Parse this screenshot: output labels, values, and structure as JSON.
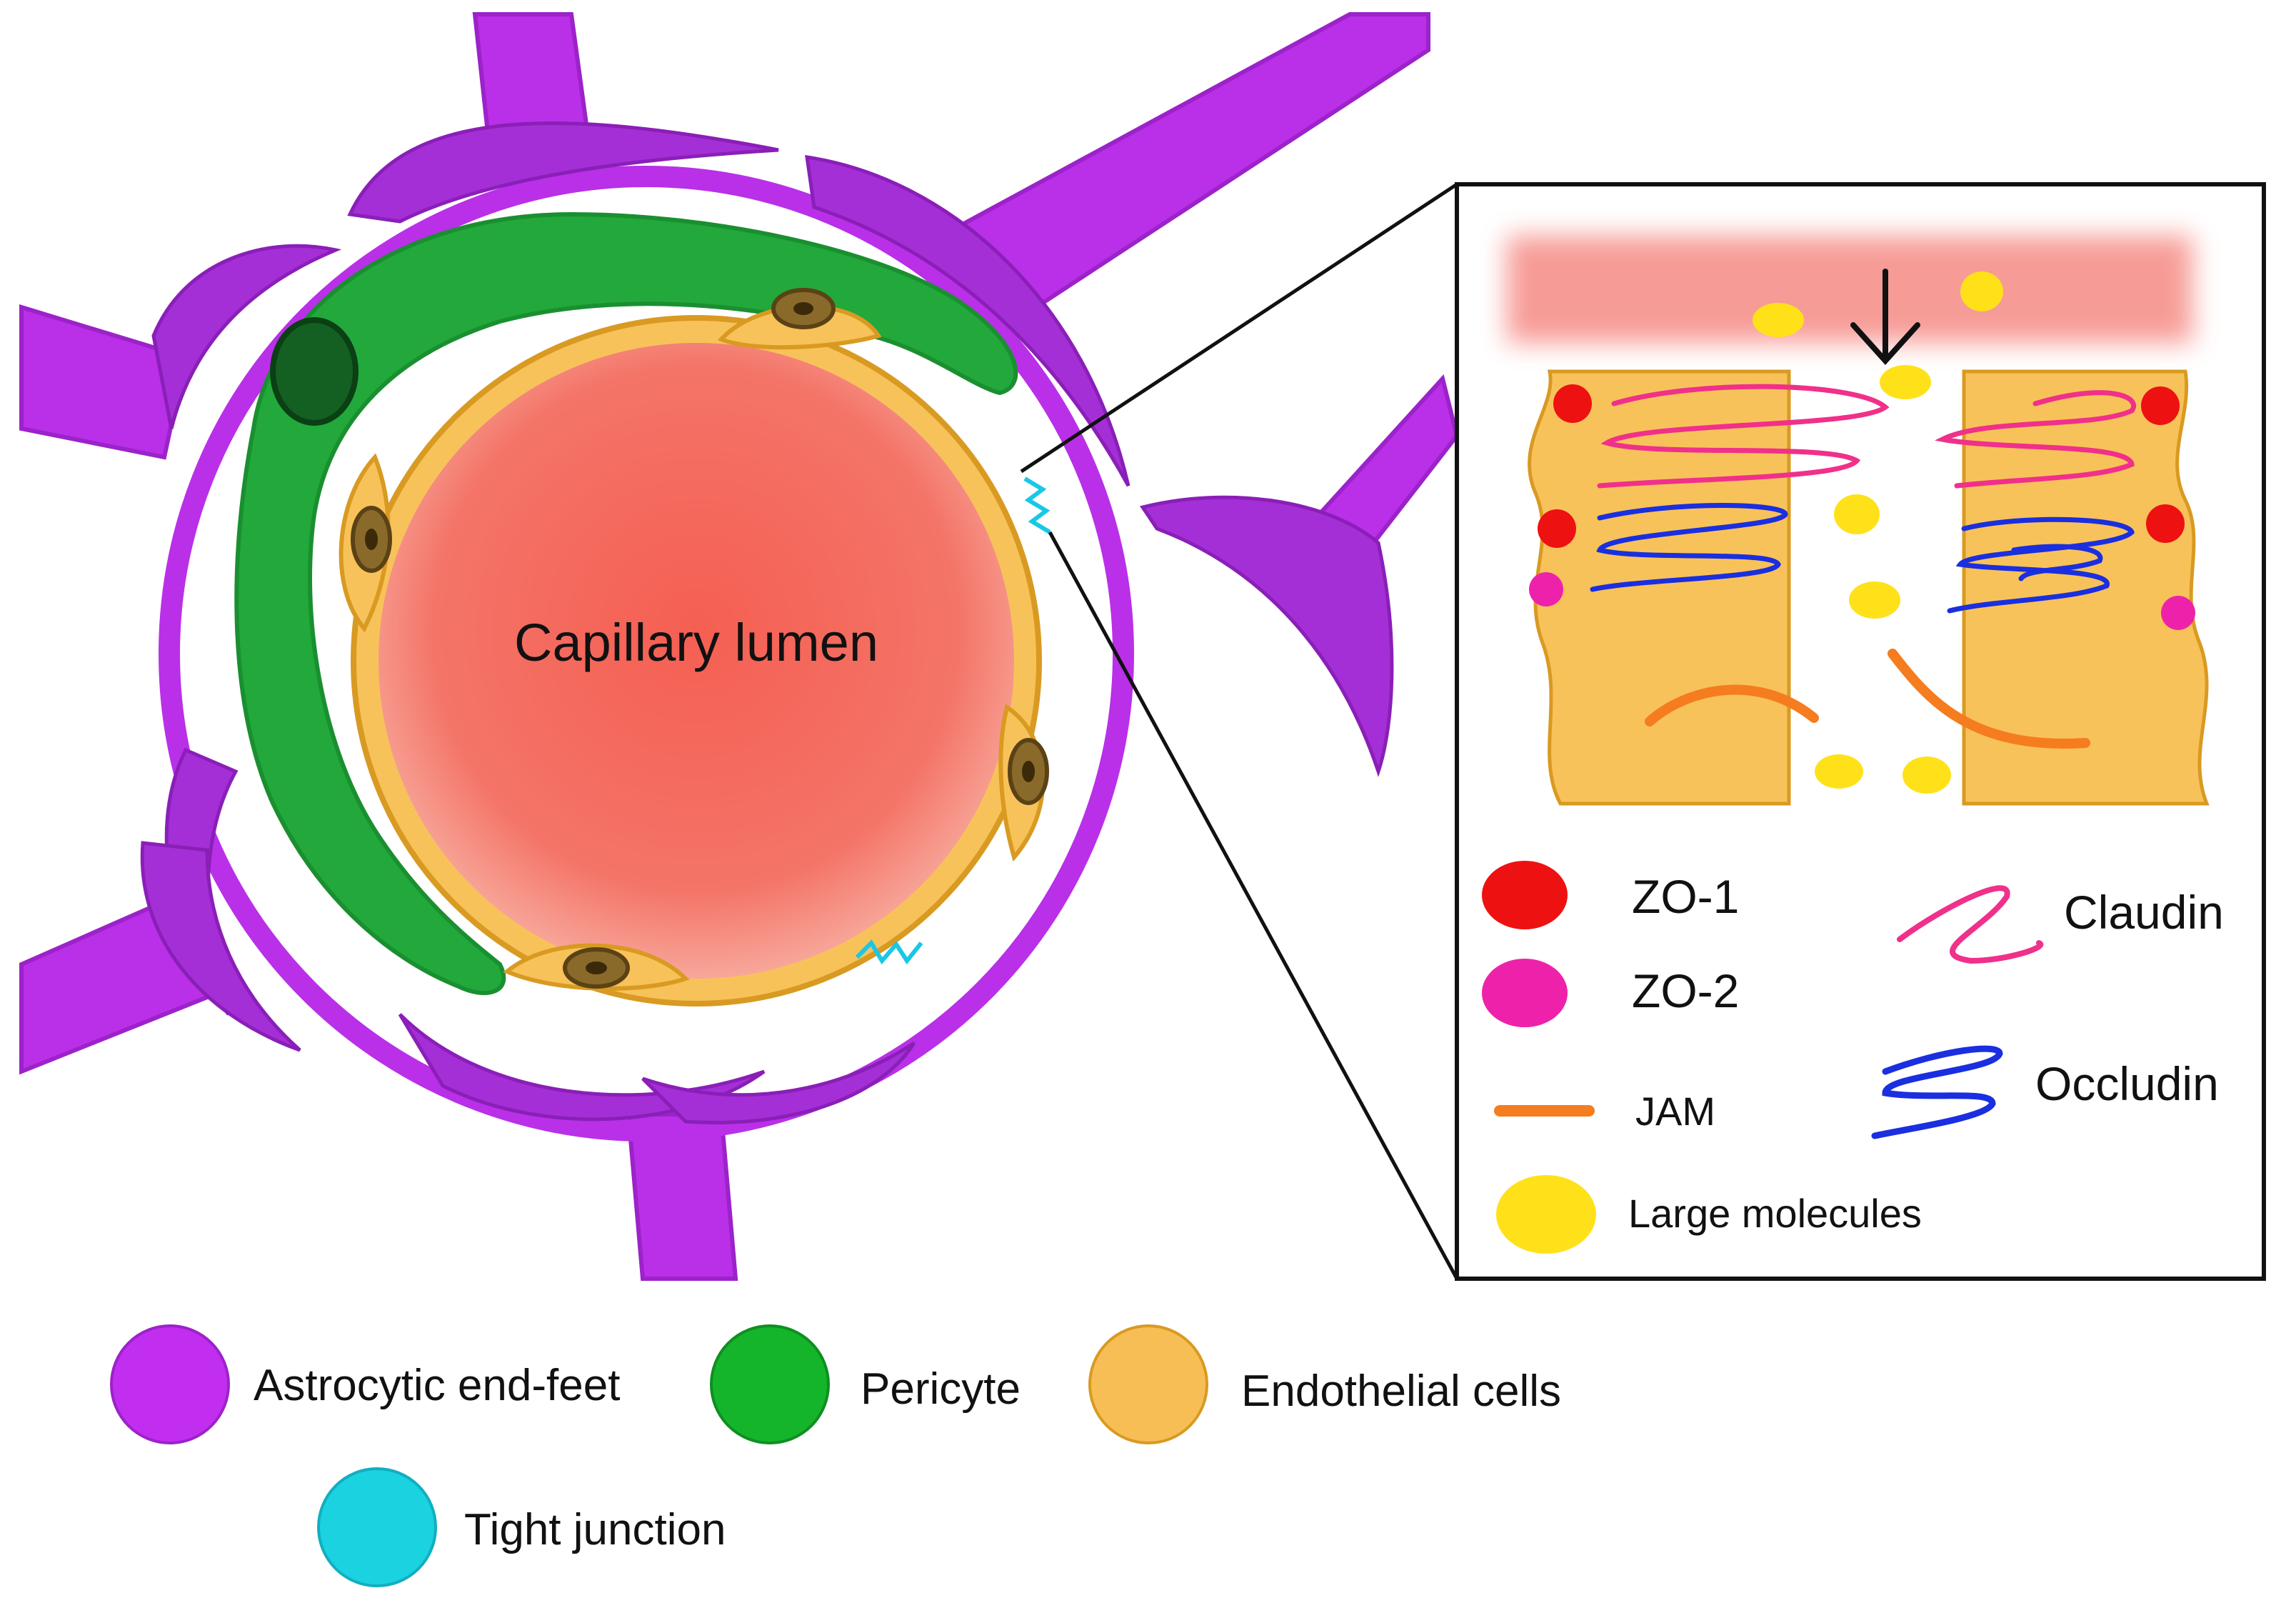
{
  "diagram": {
    "lumen_label": "Capillary lumen",
    "inset_legend": [
      {
        "key": "zo1",
        "label": "ZO-1",
        "color": "#ee1111"
      },
      {
        "key": "zo2",
        "label": "ZO-2",
        "color": "#ee22aa"
      },
      {
        "key": "jam",
        "label": "JAM",
        "color": "#f57c1f"
      },
      {
        "key": "large_molecules",
        "label": "Large molecules",
        "color": "#ffe11a"
      },
      {
        "key": "claudin",
        "label": "Claudin",
        "color": "#f0308a"
      },
      {
        "key": "occludin",
        "label": "Occludin",
        "color": "#1a2fe0"
      }
    ],
    "legend": [
      {
        "key": "astrocytic_end_feet",
        "label": "Astrocytic end-feet",
        "color": "#c22ef0"
      },
      {
        "key": "pericyte",
        "label": "Pericyte",
        "color": "#14b52b"
      },
      {
        "key": "endothelial_cells",
        "label": "Endothelial cells",
        "color": "#f7be55"
      },
      {
        "key": "tight_junction",
        "label": "Tight junction",
        "color": "#1ad2e0"
      }
    ],
    "colors": {
      "astrocyte": "#b930e8",
      "astrocyte_dark": "#7a2ba0",
      "pericyte": "#1fa63a",
      "endothelial": "#f8c25a",
      "endothelial_border": "#d99a22",
      "lumen": "#f36a5c",
      "tight_junction": "#18c8e6"
    }
  }
}
